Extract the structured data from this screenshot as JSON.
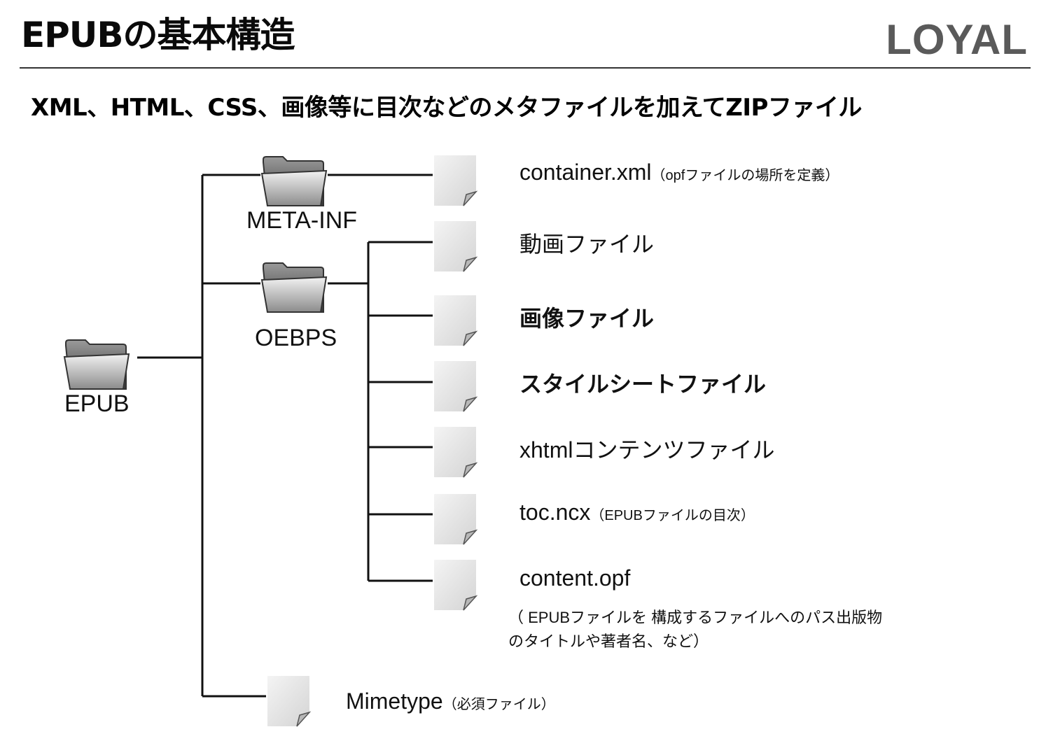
{
  "header": {
    "title": "EPUBの基本構造",
    "logo": "LOYAL"
  },
  "subtitle": "XML、HTML、CSS、画像等に目次などのメタファイルを加えてZIPファイル",
  "tree": {
    "root": {
      "label": "EPUB",
      "icon": "folder-icon"
    },
    "folders": [
      {
        "label": "META-INF",
        "icon": "folder-icon"
      },
      {
        "label": "OEBPS",
        "icon": "folder-icon"
      }
    ],
    "files": [
      {
        "label": "container.xml",
        "note": "（opfファイルの場所を定義）",
        "icon": "file-icon"
      },
      {
        "label": "動画ファイル",
        "icon": "file-icon"
      },
      {
        "label": "画像ファイル",
        "icon": "file-icon"
      },
      {
        "label": "スタイルシートファイル",
        "icon": "file-icon"
      },
      {
        "label": "xhtmlコンテンツファイル",
        "icon": "file-icon"
      },
      {
        "label": "toc.ncx",
        "note": "（EPUBファイルの目次）",
        "icon": "file-icon"
      },
      {
        "label": "content.opf",
        "icon": "file-icon"
      },
      {
        "label": "Mimetype",
        "note": "（必須ファイル）",
        "icon": "file-icon"
      }
    ],
    "content_opf_description": {
      "line1": "（ EPUBファイルを  構成するファイルへのパス出版物",
      "line2": "のタイトルや著者名、など）"
    }
  },
  "colors": {
    "line": "#111111",
    "folder_dark": "#4a4a4a",
    "folder_light": "#d8d8d8",
    "file_fill": "#e6e6e6",
    "logo": "#5a5a5a"
  }
}
